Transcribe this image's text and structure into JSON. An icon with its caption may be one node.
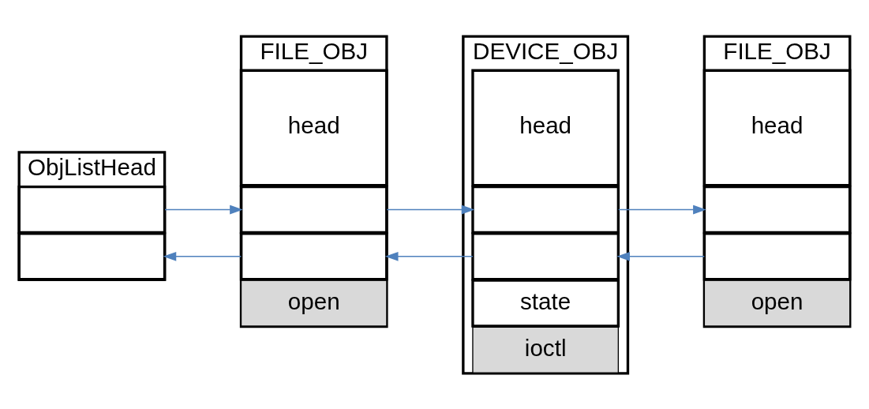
{
  "diagram": {
    "nodes": [
      {
        "text": [
          "ObjListHead"
        ]
      },
      {
        "text": [],
        "shape": "box",
        "in": 0
      },
      {
        "text": [],
        "shape": "box",
        "in": 0
      },
      {
        "text": [
          "FILE_OBJ"
        ]
      },
      {
        "text": [
          "head"
        ],
        "in": 3
      },
      {
        "text": [],
        "shape": "box",
        "in": 3
      },
      {
        "text": [],
        "shape": "box",
        "in": 3
      },
      {
        "text": [
          "open"
        ],
        "in": 3
      },
      {
        "text": [
          "DEVICE_OBJ"
        ]
      },
      {
        "text": [
          "head"
        ],
        "in": 8
      },
      {
        "text": [],
        "shape": "box",
        "in": 8
      },
      {
        "text": [],
        "shape": "box",
        "in": 8
      },
      {
        "text": [
          "state"
        ],
        "in": 8
      },
      {
        "text": [
          "ioctl"
        ],
        "in": 8
      },
      {
        "text": [
          "FILE_OBJ"
        ]
      },
      {
        "text": [
          "head"
        ],
        "in": 14
      },
      {
        "text": [],
        "shape": "box",
        "in": 14
      },
      {
        "text": [],
        "shape": "box",
        "in": 14
      },
      {
        "text": [
          "open"
        ],
        "in": 14
      }
    ],
    "edges": [
      {
        "from": 1,
        "to": 5,
        "arrow": "to"
      },
      {
        "from": 5,
        "to": 10,
        "arrow": "to"
      },
      {
        "from": 10,
        "to": 16,
        "arrow": "to"
      },
      {
        "from": 17,
        "to": 11,
        "arrow": "to"
      },
      {
        "from": 11,
        "to": 6,
        "arrow": "to"
      },
      {
        "from": 6,
        "to": 2,
        "arrow": "to"
      }
    ]
  }
}
